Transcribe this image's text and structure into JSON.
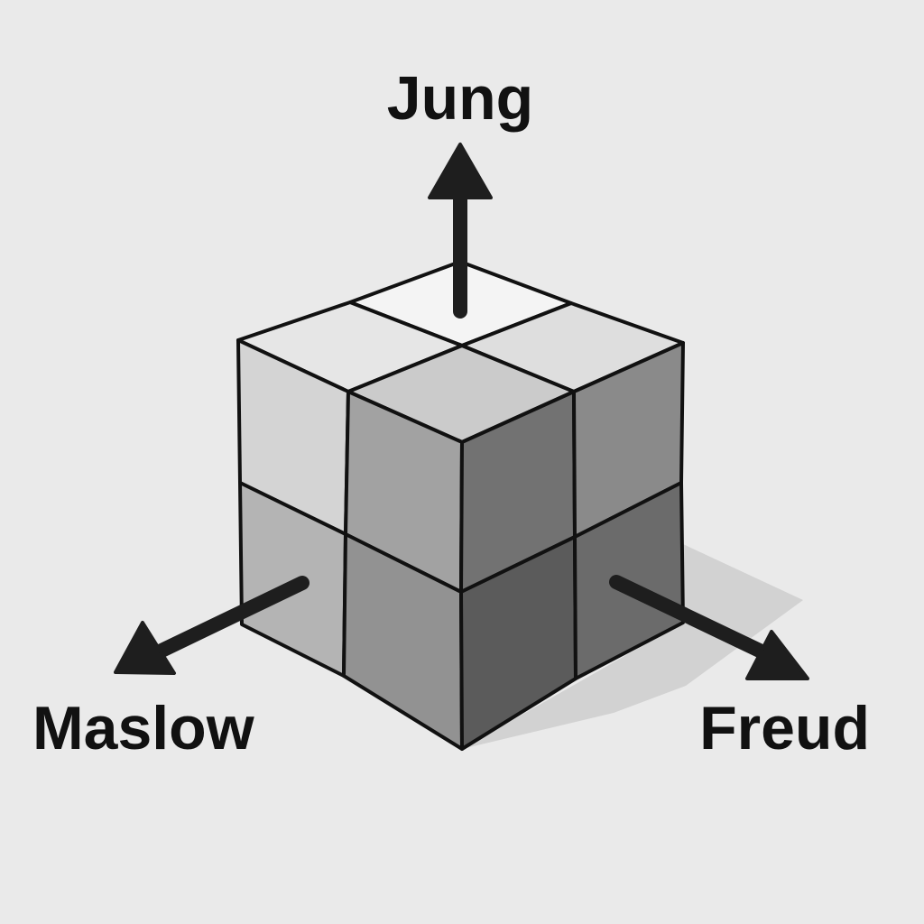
{
  "axes": {
    "top": {
      "label": "Jung"
    },
    "left": {
      "label": "Maslow"
    },
    "right": {
      "label": "Freud"
    }
  },
  "cube": {
    "grid": "2x2x2",
    "top_face_colors": [
      "#f4f4f4",
      "#e6e6e6",
      "#dedede",
      "#cbcbcb"
    ],
    "left_face_colors": [
      "#d4d4d4",
      "#a2a2a2",
      "#b4b4b4",
      "#929292"
    ],
    "right_face_colors": [
      "#727272",
      "#8a8a8a",
      "#5b5b5b",
      "#6b6b6b"
    ],
    "shadow_color": "#d2d2d2",
    "outline_color": "#111111"
  },
  "arrow_color": "#1e1e1e",
  "background_color": "#eaeaea"
}
